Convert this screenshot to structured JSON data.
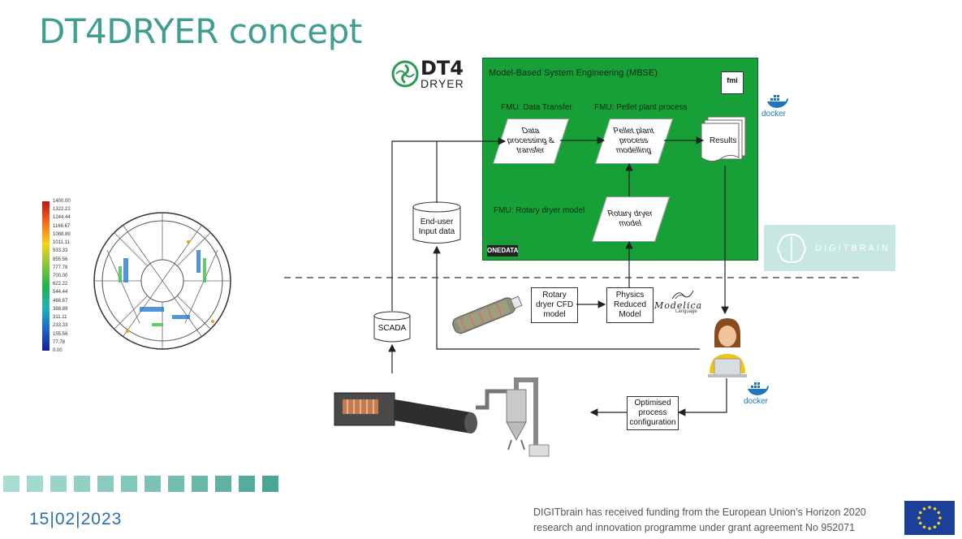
{
  "title": "DT4DRYER concept",
  "dt4_logo": {
    "line1": "DT4",
    "line2": "DRYER"
  },
  "mbse": {
    "title": "Model-Based System Engineering (MBSE)",
    "fmi_logo": "fmi",
    "fmu_data_label": "FMU: Data Transfer",
    "fmu_pellet_label": "FMU: Pellet plant process",
    "fmu_rotary_label": "FMU: Rotary dryer model",
    "data_processing": [
      "Data",
      "processing &",
      "transfer"
    ],
    "pellet_plant": [
      "Pellet plant",
      "process",
      "modelling"
    ],
    "results": "Results",
    "rotary_dryer_model": [
      "Rotary dryer",
      "model"
    ],
    "onedata": "ONEDATA"
  },
  "end_user_input": [
    "End-user",
    "Input data"
  ],
  "scada": "SCADA",
  "rotary_cfd": [
    "Rotary",
    "dryer CFD",
    "model"
  ],
  "physics_reduced": [
    "Physics",
    "Reduced",
    "Model"
  ],
  "modelica": {
    "main": "Modelica",
    "sub": "Language"
  },
  "optimised": [
    "Optimised",
    "process",
    "configuration"
  ],
  "docker_label": "docker",
  "digitbrain": "DIGITBRAIN",
  "legend_values": [
    "1400.00",
    "1322.22",
    "1244.44",
    "1166.67",
    "1088.89",
    "1011.11",
    "933.33",
    "855.56",
    "777.78",
    "700.00",
    "622.22",
    "544.44",
    "466.67",
    "388.89",
    "311.11",
    "233.33",
    "155.56",
    "77.78",
    "0.00"
  ],
  "footer_date": "15|02|2023",
  "funding": [
    "DIGITbrain has received funding from the European Union’s Horizon 2020",
    "research and innovation programme under grant agreement No 952071"
  ],
  "colors": {
    "title": "#3f9e91",
    "mbse_green": "#16a037",
    "date_blue": "#2a6fb0",
    "eu_blue": "#1c3f9a"
  }
}
